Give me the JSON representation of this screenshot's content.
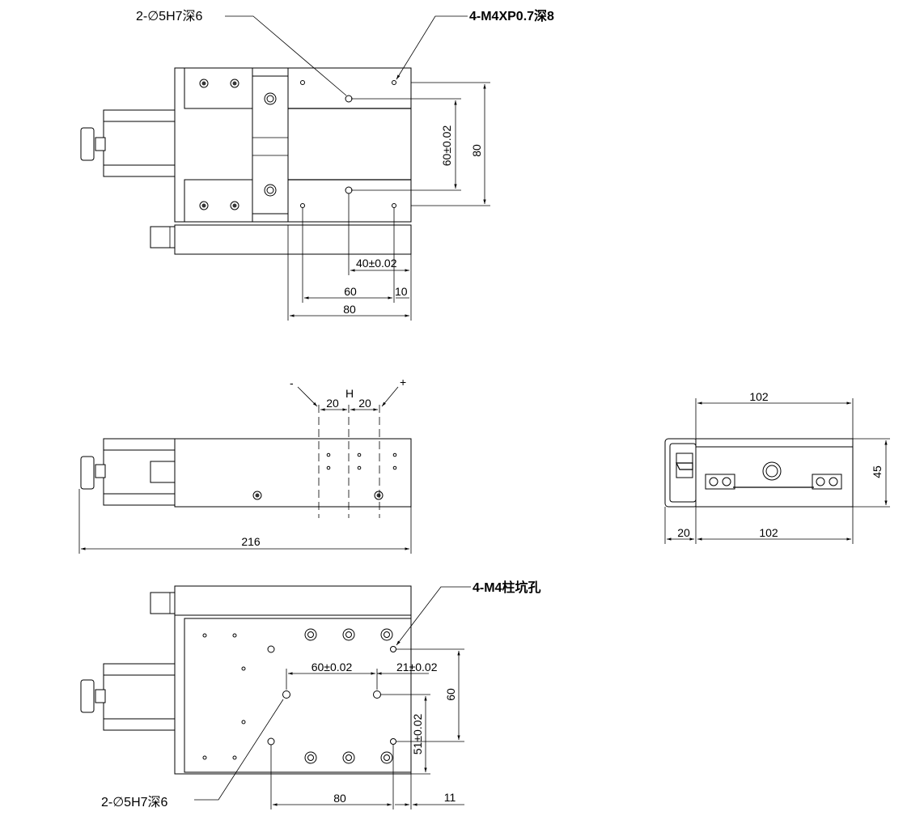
{
  "callouts": {
    "top_left": "2-∅5H7深6",
    "top_right": "4-M4XP0.7深8",
    "bottom_right": "4-M4柱坑孔",
    "bottom_left": "2-∅5H7深6"
  },
  "dims_top": {
    "d60": "60±0.02",
    "d80v": "80",
    "d40": "40±0.02",
    "d60h": "60",
    "d10": "10",
    "d80h": "80"
  },
  "dims_front": {
    "minus": "-",
    "plus": "+",
    "H": "H",
    "d20a": "20",
    "d20b": "20",
    "d216": "216"
  },
  "dims_side": {
    "d102top": "102",
    "d45": "45",
    "d20": "20",
    "d102bot": "102"
  },
  "dims_bottom": {
    "d60h": "60±0.02",
    "d21": "21±0.02",
    "d60v": "60",
    "d51": "51±0.02",
    "d80": "80",
    "d11": "11"
  }
}
